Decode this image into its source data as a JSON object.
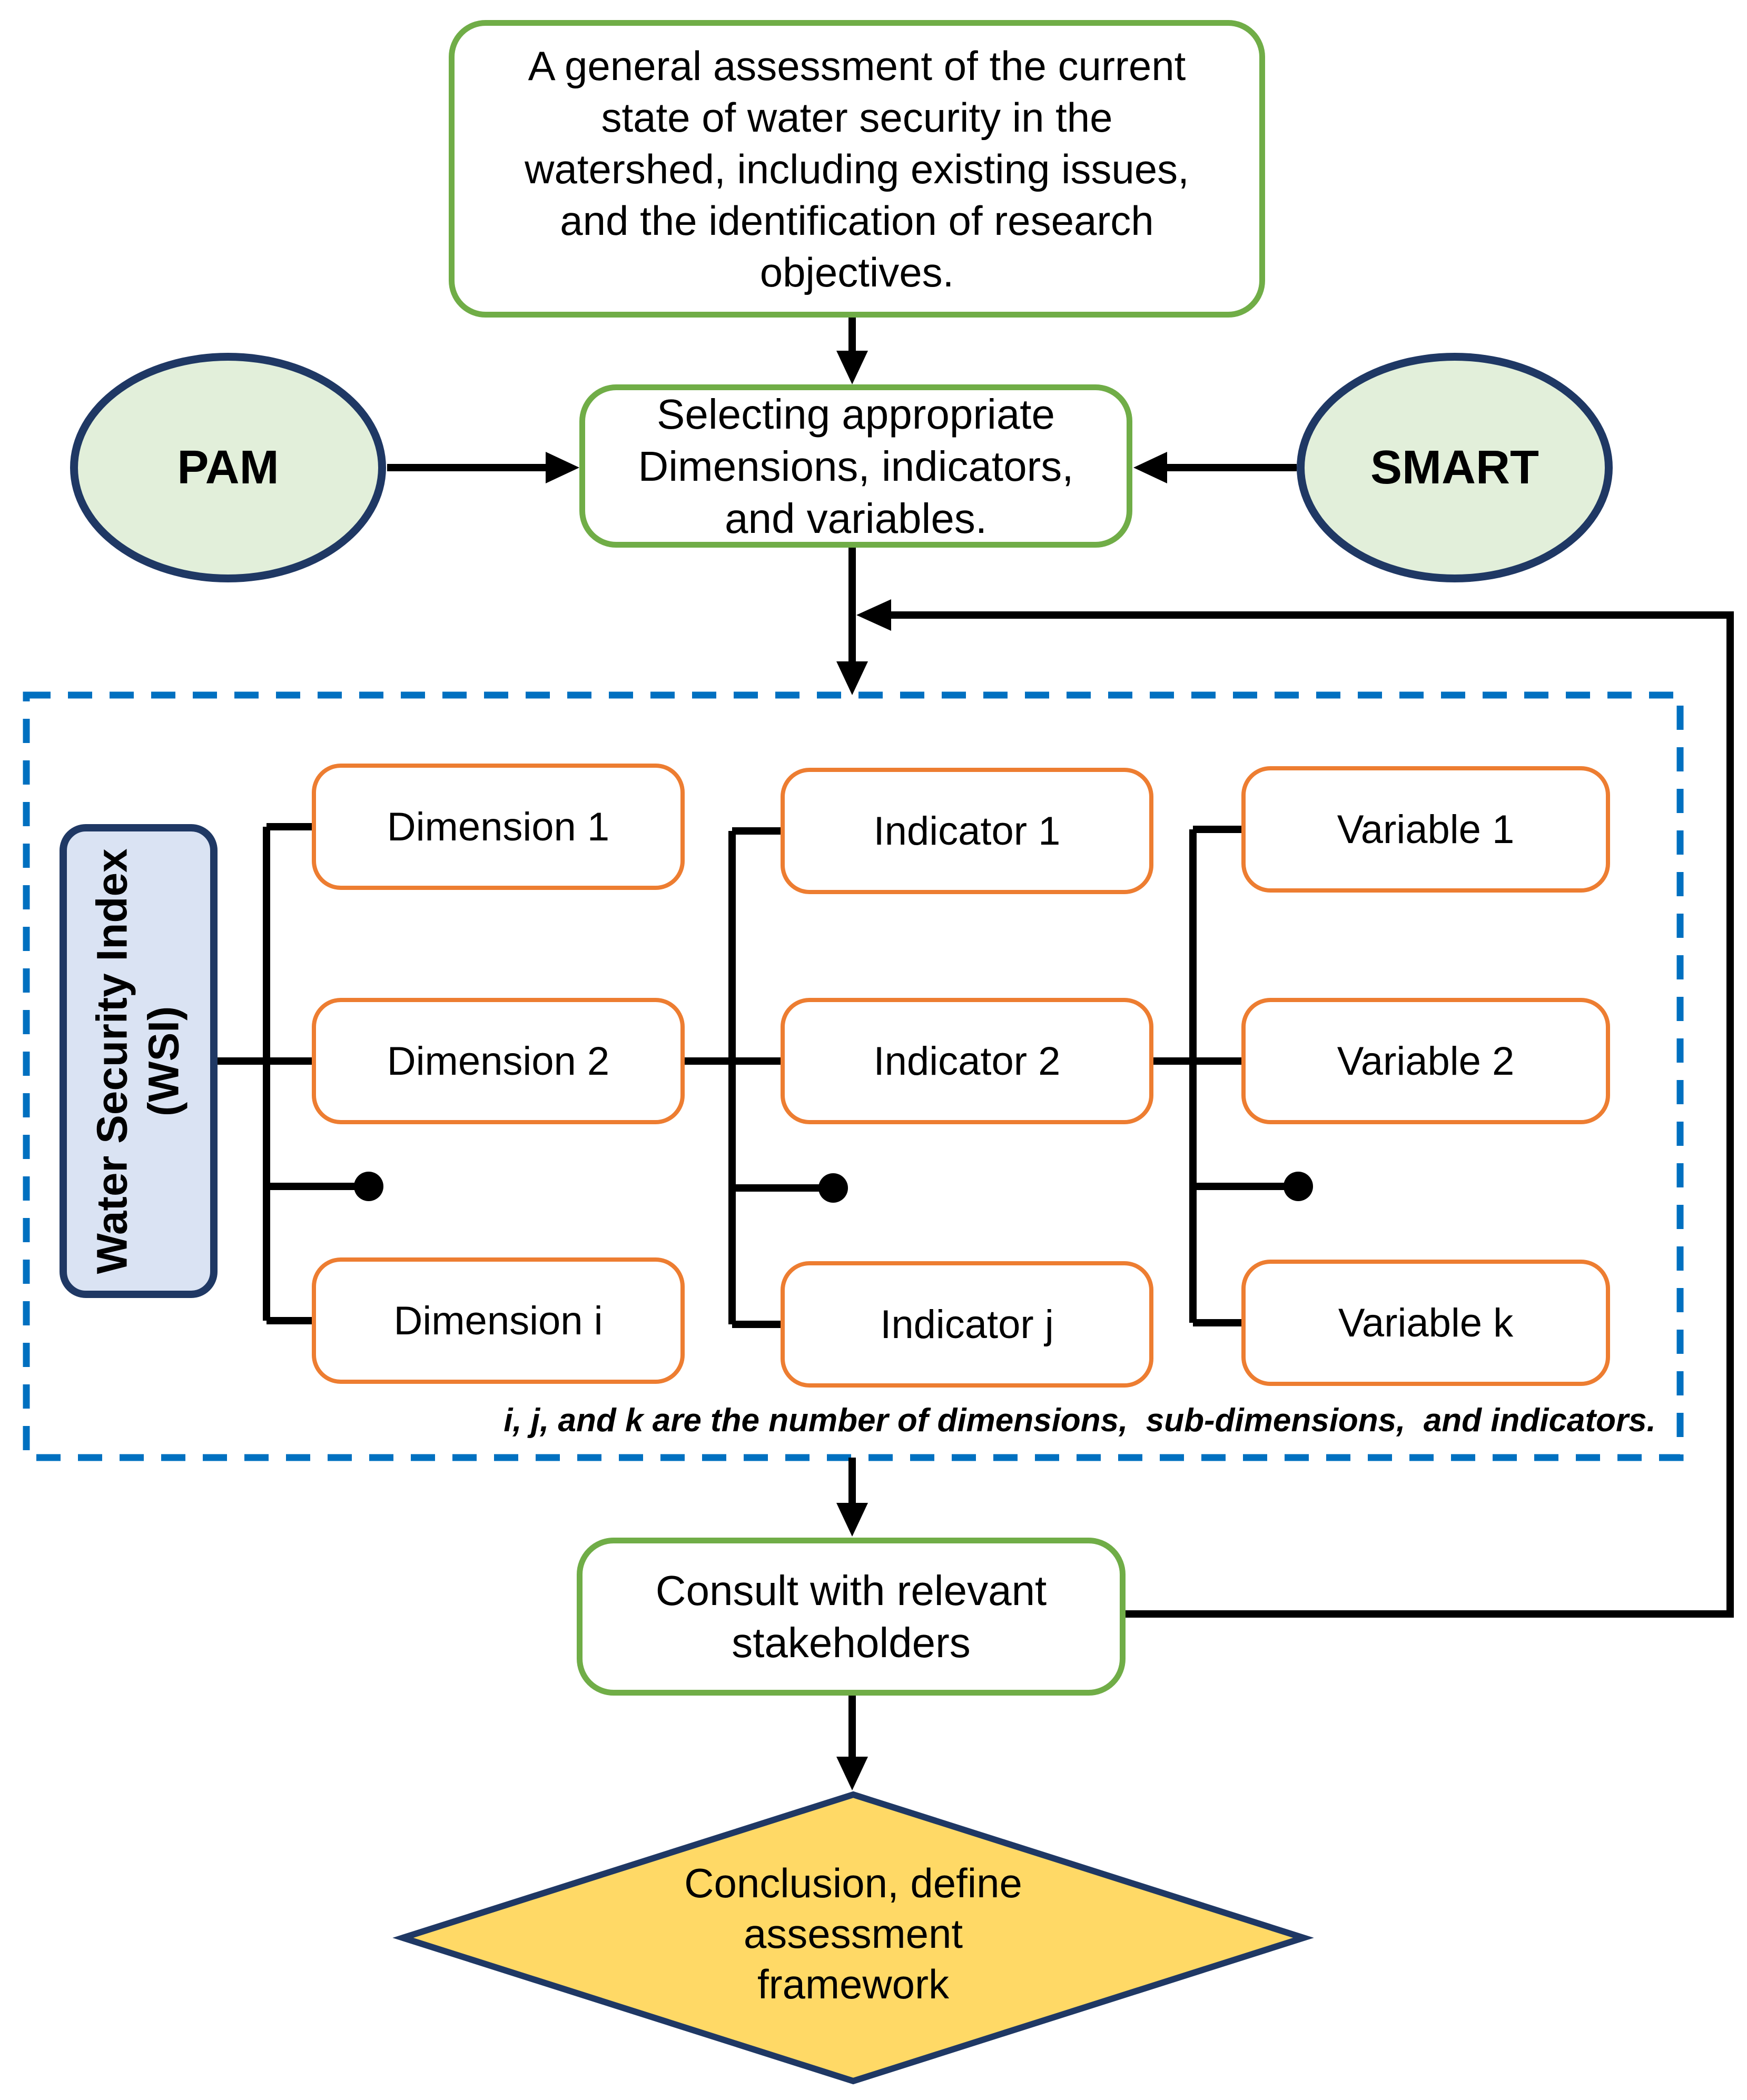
{
  "nodes": {
    "assessment": {
      "lines": [
        "A general assessment of the current",
        "state of water security in the",
        "watershed,  including  existing  issues,",
        "and the identification of research",
        "objectives."
      ]
    },
    "pam": {
      "label": "PAM"
    },
    "smart": {
      "label": "SMART"
    },
    "selecting": {
      "lines": [
        "Selecting appropriate",
        "Dimensions, indicators,",
        "and variables."
      ]
    },
    "wsi": {
      "lines": [
        "Water Security Index",
        "(WSI)"
      ]
    },
    "dimensions": {
      "items": [
        "Dimension 1",
        "Dimension 2",
        "Dimension i"
      ]
    },
    "indicators": {
      "items": [
        "Indicator 1",
        "Indicator 2",
        "Indicator j"
      ]
    },
    "variables": {
      "items": [
        "Variable 1",
        "Variable 2",
        "Variable k"
      ]
    },
    "note": {
      "text": "i, j, and k are the number of dimensions,  sub-dimensions,  and indicators."
    },
    "consult": {
      "lines": [
        "Consult with relevant",
        "stakeholders"
      ]
    },
    "conclusion": {
      "lines": [
        "Conclusion, define",
        "assessment",
        "framework"
      ]
    }
  },
  "colors": {
    "green": "#70AD47",
    "navy": "#1F3864",
    "orange": "#ED7D31",
    "dash_blue": "#0070C0",
    "ellipse_fill": "#E2EFDA",
    "wsi_fill": "#DAE3F3",
    "diamond_fill": "#FFD966",
    "line": "#000000",
    "text": "#000000",
    "bg": "#FFFFFF"
  }
}
